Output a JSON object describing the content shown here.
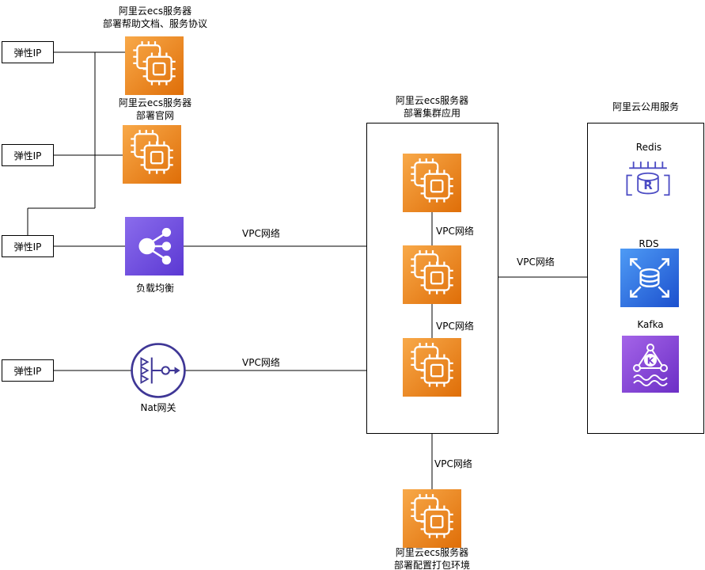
{
  "nodes": {
    "elastic_ips": [
      {
        "label": "弹性IP"
      },
      {
        "label": "弹性IP"
      },
      {
        "label": "弹性IP"
      },
      {
        "label": "弹性IP"
      }
    ],
    "ecs_docs": {
      "title": "阿里云ecs服务器",
      "subtitle": "部署帮助文档、服务协议"
    },
    "ecs_website": {
      "title": "阿里云ecs服务器",
      "subtitle": "部署官网"
    },
    "load_balancer": {
      "label": "负载均衡"
    },
    "nat_gateway": {
      "label": "Nat网关"
    },
    "ecs_build": {
      "title": "阿里云ecs服务器",
      "subtitle": "部署配置打包环境"
    }
  },
  "containers": {
    "cluster": {
      "title": "阿里云ecs服务器",
      "subtitle": "部署集群应用"
    },
    "public_services": {
      "title": "阿里云公用服务"
    }
  },
  "services": {
    "redis": {
      "label": "Redis"
    },
    "rds": {
      "label": "RDS"
    },
    "kafka": {
      "label": "Kafka"
    }
  },
  "edges": {
    "vpc_label": "VPC网络"
  },
  "icons": {
    "redis_letter": "R",
    "kafka_letter": "K"
  },
  "colors": {
    "connector": "#000000",
    "ecs_gradient": [
      "#F8A949",
      "#DF6E08"
    ],
    "slb_gradient": [
      "#8A6CEC",
      "#5B38D3"
    ],
    "nat_outline": "#3F3796",
    "redis_outline": "#4C4CC4",
    "rds_gradient": [
      "#4E9BF5",
      "#1C50CE"
    ],
    "kafka_gradient": [
      "#A464E8",
      "#6C2FC6"
    ]
  }
}
